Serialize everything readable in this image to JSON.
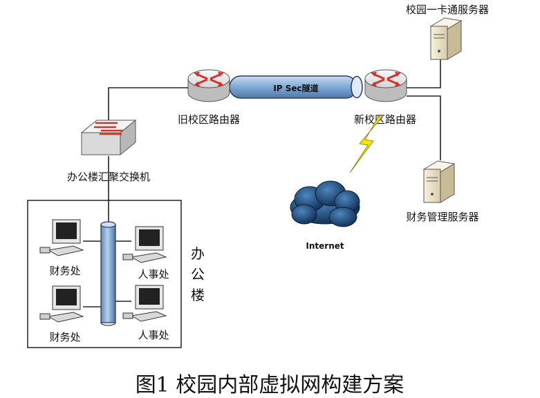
{
  "nodes": {
    "campus_card_server": "校园一卡通服务器",
    "finance_mgmt_server": "财务管理服务器",
    "old_router": "旧校区路由器",
    "new_router": "新校区路由器",
    "aggregation_switch": "办公楼汇聚交换机",
    "internet": "Internet",
    "tunnel": "IP Sec隧道"
  },
  "building": {
    "label_chars": [
      "办",
      "公",
      "楼"
    ],
    "pcs": [
      "财务处",
      "人事处",
      "财务处",
      "人事处"
    ]
  },
  "caption": "图1  校园内部虚拟网构建方案",
  "colors": {
    "router_body": "#e6e6e6",
    "router_arrow": "#d0342c",
    "tunnel_fill": "#8fb4dc",
    "bus_fill": "#8fb4dc",
    "cloud_fill": "#1a4470",
    "lightning": "#f5e400",
    "server_fill": "#efe6cc"
  }
}
